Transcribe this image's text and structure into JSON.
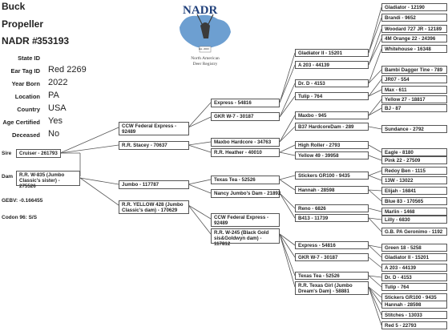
{
  "header": {
    "name": "Buck",
    "type": "Propeller",
    "nadr_label": "NADR #",
    "nadr_number": "353193"
  },
  "logo": {
    "text": "NADR",
    "since": "Est. 2003",
    "line1": "North American",
    "line2": "Deer Registry"
  },
  "info": [
    {
      "label": "State ID",
      "value": ""
    },
    {
      "label": "Ear Tag ID",
      "value": "Red 2269"
    },
    {
      "label": "Year Born",
      "value": "2022"
    },
    {
      "label": "Location",
      "value": "PA"
    },
    {
      "label": "Country",
      "value": "USA"
    },
    {
      "label": "Age Certified",
      "value": "Yes"
    },
    {
      "label": "Deceased",
      "value": "No"
    }
  ],
  "sire": {
    "label": "Sire",
    "name": "Cruiser - 261793"
  },
  "dam": {
    "label": "Dam",
    "name": "R.R. W-835 (Jumbo Classic's sister) - 275526"
  },
  "gebv": "GEBV: -0.166455",
  "codon": "Codon 96: S/S",
  "gen2": [
    "CCW Federal Express - 92489",
    "R.R. Stacey - 70637",
    "Jumbo - 117787",
    "R.R. YELLOW 428 (Jumbo Classic's dam) - 170629"
  ],
  "gen3": [
    "Express - 54816",
    "GKR W-7 - 30187",
    "Maxbo Hardcore - 34763",
    "R.R. Heather - 40010",
    "Texas Tea - 52526",
    "Nancy Jumbo's Dam - 21892",
    "CCW Federal Express - 92489",
    "R.R. W-245 (Black Gold sis&Goldwyn dam) - 117812"
  ],
  "gen4": [
    "Gladiator II - 15201",
    "A 203 - 44139",
    "Dr. D - 4153",
    "Tulip - 764",
    "Maxbo - 945",
    "B37 HardcoreDam - 289",
    "High Roller - 2793",
    "Yellow 49 - 39958",
    "Stickers GR100 - 9435",
    "Hannah - 28598",
    "Reno - 6826",
    "B413 - 11739",
    "Express - 54816",
    "GKR W-7 - 30187",
    "Texas Tea - 52526",
    "R.R. Texas Girl (Jumbo Dream's Dam) - 58881"
  ],
  "gen5": [
    "Gladiator - 12190",
    "Brandi - 9652",
    "Woodard 727 JR - 12189",
    "4M Orange 22 - 24396",
    "Whitehouse - 16348",
    "Bambi Dagger Tine - 789",
    "JR07 - 554",
    "Max - 611",
    "Yellow 27 - 18817",
    "BJ - 87",
    "Sundance - 2792",
    "Eagle - 8180",
    "Pink 22 - 27509",
    "Redoy Ben - 1115",
    "13W - 13022",
    "Elijah - 16841",
    "Blue 83 - 170565",
    "Marlin - 1468",
    "Lilly - 6830",
    "G.B. PA Geronimo - 1192",
    "Green 18 - 5258",
    "Gladiator II - 15201",
    "A 203 - 44139",
    "Dr. D - 4153",
    "Tulip - 764",
    "Stickers GR100 - 9435",
    "Hannah - 28598",
    "Stitches - 13033",
    "Red 5 - 22793"
  ]
}
